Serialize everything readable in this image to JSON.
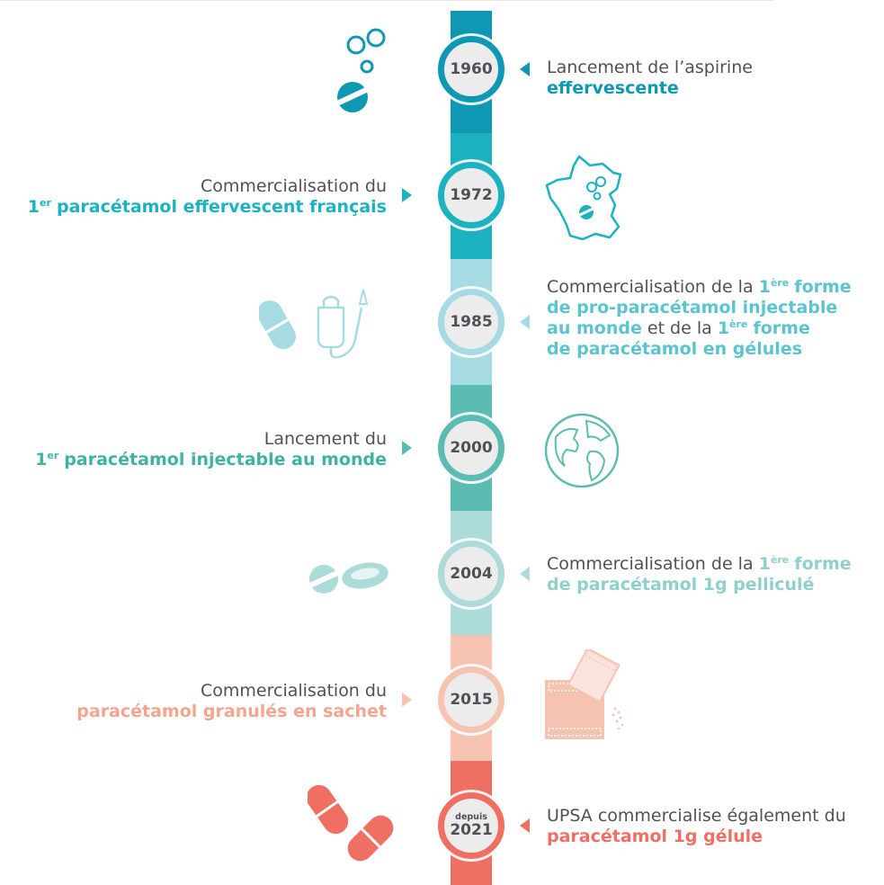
{
  "colors": {
    "text": "#505057",
    "c1960": "#0f98b4",
    "c1972": "#1db2c1",
    "c1985": "#a6dbe3",
    "c2000": "#5bbcb2",
    "c2004": "#acdbd9",
    "c2015": "#f6c3b3",
    "c2021": "#ef6f62"
  },
  "events": [
    {
      "year": "1960",
      "icon": "effervescent-tablet-bubbles-icon",
      "line1": "Lancement de l’aspirine",
      "line2_bold": "effervescente"
    },
    {
      "year": "1972",
      "icon": "france-map-icon",
      "line1": "Commercialisation du",
      "line2_sup": "er",
      "line2_first": "1",
      "line2_bold": "paracétamol effervescent français"
    },
    {
      "year": "1985",
      "icon": "capsule-and-iv-bag-icon",
      "line1_plain": "Commercialisation de la",
      "ordinal": "1",
      "ordinal_sup": "ère",
      "line1_bold": "forme",
      "line2_bold": "de pro-paracétamol injectable",
      "line3_bold": "au monde",
      "line3_plain": "et de la",
      "line3_ordinal": "1",
      "line3_sup": "ère",
      "line3_bold2": "forme",
      "line4_bold": "de paracétamol en gélules"
    },
    {
      "year": "2000",
      "icon": "globe-icon",
      "line1": "Lancement du",
      "line2_first": "1",
      "line2_sup": "er",
      "line2_bold": "paracétamol injectable au monde"
    },
    {
      "year": "2004",
      "icon": "coated-tablets-icon",
      "line1_plain": "Commercialisation de la",
      "ordinal": "1",
      "ordinal_sup": "ère",
      "line1_bold": "forme",
      "line2_bold": "de paracétamol 1g pelliculé"
    },
    {
      "year": "2015",
      "icon": "granules-sachet-icon",
      "line1": "Commercialisation du",
      "line2_bold": "paracétamol granulés en sachet"
    },
    {
      "prefix": "depuis",
      "year": "2021",
      "icon": "capsules-icon",
      "line1": "UPSA commercialise également du",
      "line2_bold": "paracétamol 1g gélule"
    }
  ]
}
